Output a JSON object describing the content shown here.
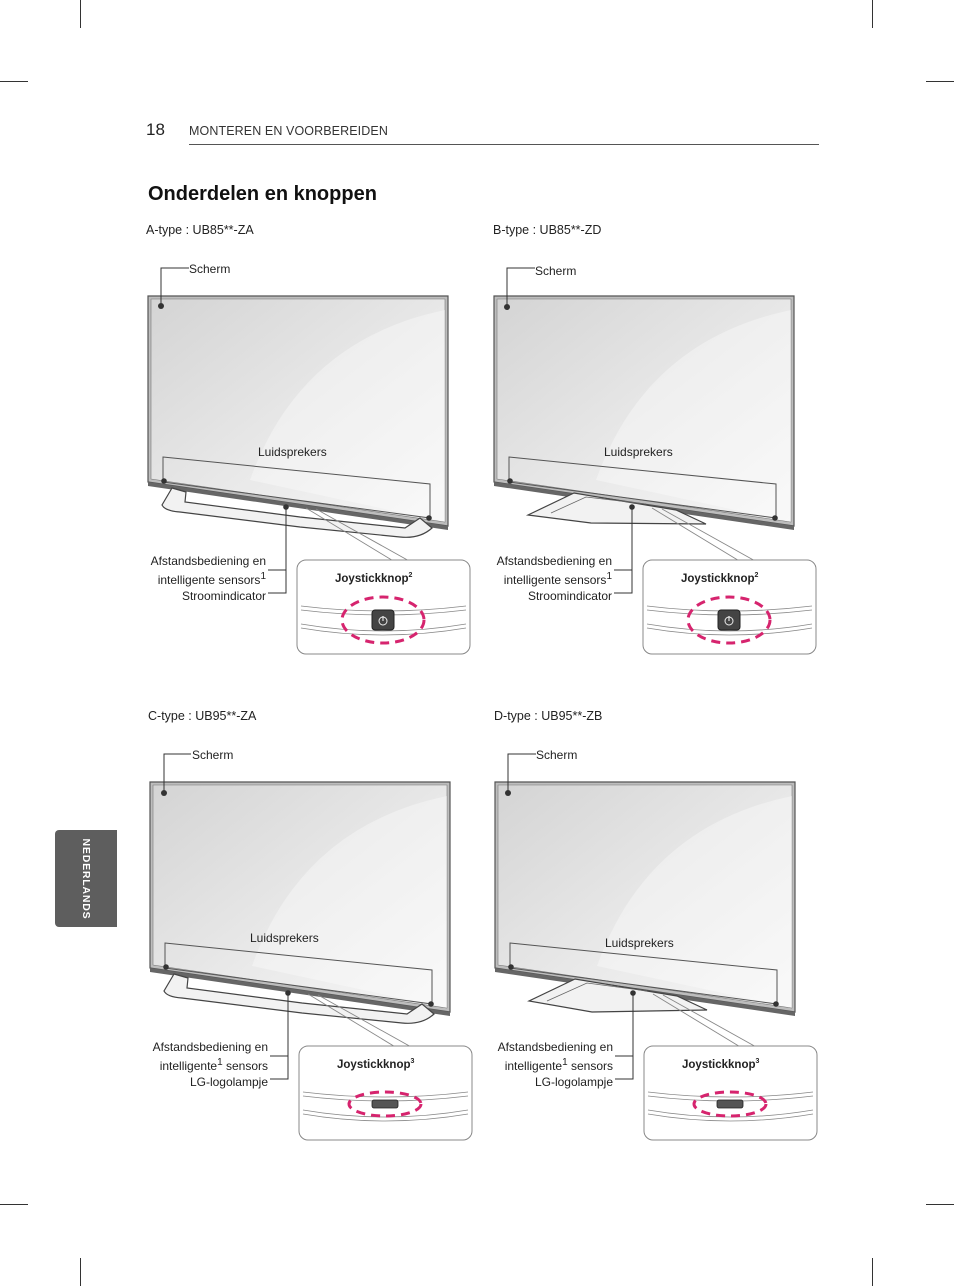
{
  "header": {
    "page_number": "18",
    "section": "MONTEREN EN VOORBEREIDEN"
  },
  "heading": "Onderdelen en knoppen",
  "language_tab": "NEDERLANDS",
  "panels": [
    {
      "type_label": "A-type : UB85**-ZA",
      "screen_label": "Scherm",
      "speaker_label": "Luidsprekers",
      "callout_line1": "Afstandsbediening en",
      "callout_line2": "intelligente sensors",
      "callout_sup2": "1",
      "callout_line2_tail": "",
      "callout_line3": "Stroomindicator",
      "joystick_label": "Joystickknop",
      "joystick_sup": "2",
      "power_icon": "power-icon"
    },
    {
      "type_label": "B-type : UB85**-ZD",
      "screen_label": "Scherm",
      "speaker_label": "Luidsprekers",
      "callout_line1": "Afstandsbediening en",
      "callout_line2": "intelligente sensors",
      "callout_sup2": "1",
      "callout_line2_tail": "",
      "callout_line3": "Stroomindicator",
      "joystick_label": "Joystickknop",
      "joystick_sup": "2",
      "power_icon": "power-icon"
    },
    {
      "type_label": "C-type : UB95**-ZA",
      "screen_label": "Scherm",
      "speaker_label": "Luidsprekers",
      "callout_line1": "Afstandsbediening en",
      "callout_line2": "intelligente",
      "callout_sup2": "1",
      "callout_line2_tail": " sensors",
      "callout_line3": "LG-logolampje",
      "joystick_label": "Joystickknop",
      "joystick_sup": "3",
      "power_icon": "logo-button-icon"
    },
    {
      "type_label": "D-type : UB95**-ZB",
      "screen_label": "Scherm",
      "speaker_label": "Luidsprekers",
      "callout_line1": "Afstandsbediening en",
      "callout_line2": "intelligente",
      "callout_sup2": "1",
      "callout_line2_tail": " sensors",
      "callout_line3": "LG-logolampje",
      "joystick_label": "Joystickknop",
      "joystick_sup": "3",
      "power_icon": "logo-button-icon"
    }
  ]
}
